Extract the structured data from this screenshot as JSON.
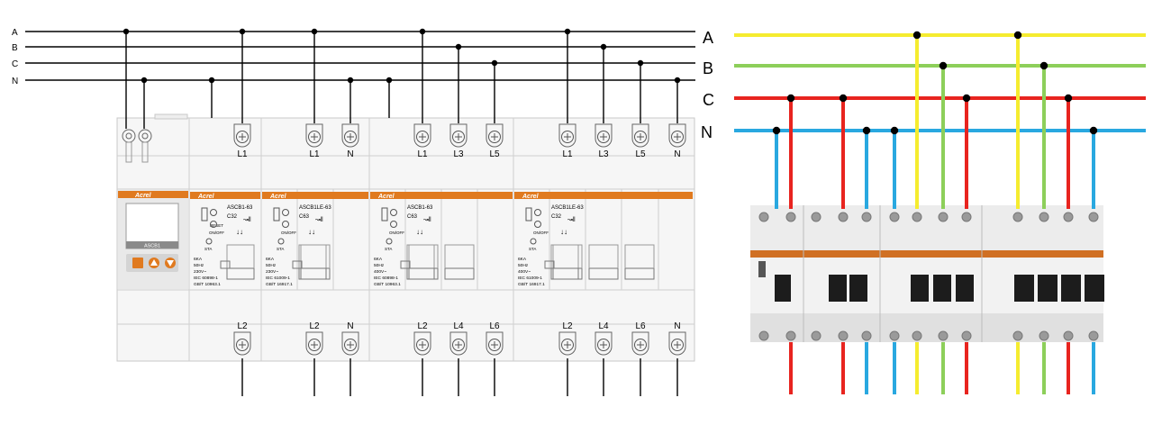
{
  "left_diagram": {
    "bus_labels": [
      "A",
      "B",
      "C",
      "N"
    ],
    "panel": {
      "meter_brand": "Acrel",
      "meter_model": "ASCB1",
      "modules": [
        {
          "brand": "Acrel",
          "model": "ASCB1-63",
          "rating": "C32",
          "top_terminals": [
            "L1"
          ],
          "bottom_terminals": [
            "L2"
          ],
          "reset_label": "RESET",
          "onoff_label": "ON/OFF",
          "status_label": "STA",
          "spec_lines": [
            "6KA",
            "50Hz",
            "230V~",
            "IEC 60898-1",
            "GB/T 10963.1"
          ]
        },
        {
          "brand": "Acrel",
          "model": "ASCB1LE-63",
          "rating": "C63",
          "top_terminals": [
            "L1",
            "N"
          ],
          "bottom_terminals": [
            "L2",
            "N"
          ],
          "reset_label": "",
          "onoff_label": "ON/OFF",
          "status_label": "STA",
          "spec_lines": [
            "6KA",
            "50Hz",
            "230V~",
            "IEC 61009-1",
            "GB/T 16917.1"
          ]
        },
        {
          "brand": "Acrel",
          "model": "ASCB1-63",
          "rating": "C63",
          "top_terminals": [
            "L1",
            "L3",
            "L5"
          ],
          "bottom_terminals": [
            "L2",
            "L4",
            "L6"
          ],
          "reset_label": "",
          "onoff_label": "ON/OFF",
          "status_label": "STA",
          "spec_lines": [
            "6KA",
            "50Hz",
            "400V~",
            "IEC 60898-1",
            "GB/T 10963.1"
          ]
        },
        {
          "brand": "Acrel",
          "model": "ASCB1LE-63",
          "rating": "C32",
          "top_terminals": [
            "L1",
            "L3",
            "L5",
            "N"
          ],
          "bottom_terminals": [
            "L2",
            "L4",
            "L6",
            "N"
          ],
          "reset_label": "",
          "onoff_label": "ON/OFF",
          "status_label": "STA",
          "spec_lines": [
            "6KA",
            "50Hz",
            "400V~",
            "IEC 61009-1",
            "GB/T 16917.1"
          ]
        }
      ]
    }
  },
  "right_diagram": {
    "bus_labels": [
      "A",
      "B",
      "C",
      "N"
    ],
    "bus_colors": [
      "#f5ec2f",
      "#8dcf5a",
      "#e8241f",
      "#29a8e0"
    ]
  },
  "colors": {
    "line": "#000000",
    "accent_orange": "#e07a1f",
    "panel_grey": "#f4f4f4",
    "photo_grey": "#dcdcdc"
  }
}
